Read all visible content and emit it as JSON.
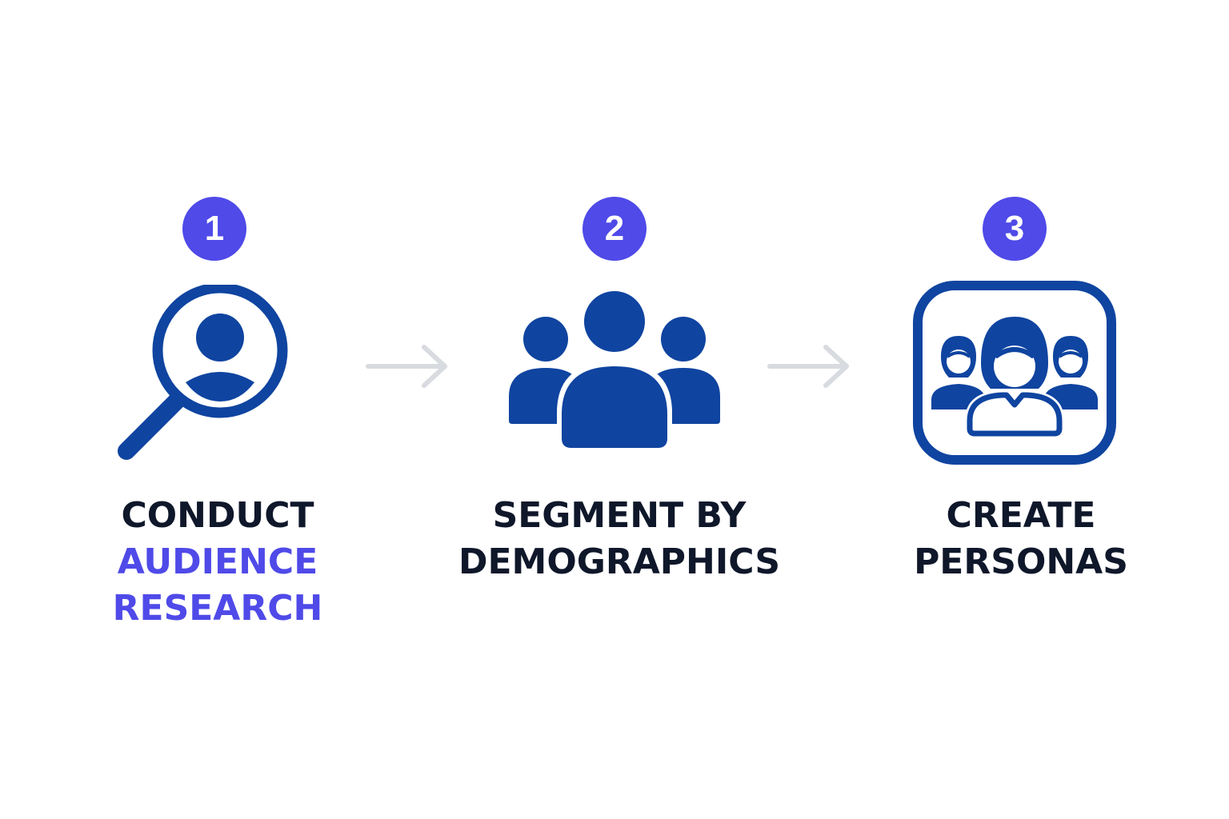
{
  "colors": {
    "badge": "#4f4ae8",
    "icon": "#0f44a0",
    "arrow": "#d8dbe0",
    "text": "#0f172a",
    "accent": "#4f4ae8"
  },
  "steps": [
    {
      "number": "1",
      "icon": "magnifier-person-icon",
      "lines": [
        {
          "text": "CONDUCT",
          "accent": false
        },
        {
          "text": "AUDIENCE",
          "accent": true
        },
        {
          "text": "RESEARCH",
          "accent": true
        }
      ]
    },
    {
      "number": "2",
      "icon": "people-group-icon",
      "lines": [
        {
          "text": "SEGMENT BY",
          "accent": false
        },
        {
          "text": "DEMOGRAPHICS",
          "accent": false
        }
      ]
    },
    {
      "number": "3",
      "icon": "personas-frame-icon",
      "lines": [
        {
          "text": "CREATE",
          "accent": false
        },
        {
          "text": "PERSONAS",
          "accent": false
        }
      ]
    }
  ],
  "connectors": [
    {
      "from": "1",
      "to": "2",
      "icon": "arrow-right-icon"
    },
    {
      "from": "2",
      "to": "3",
      "icon": "arrow-right-icon"
    }
  ]
}
